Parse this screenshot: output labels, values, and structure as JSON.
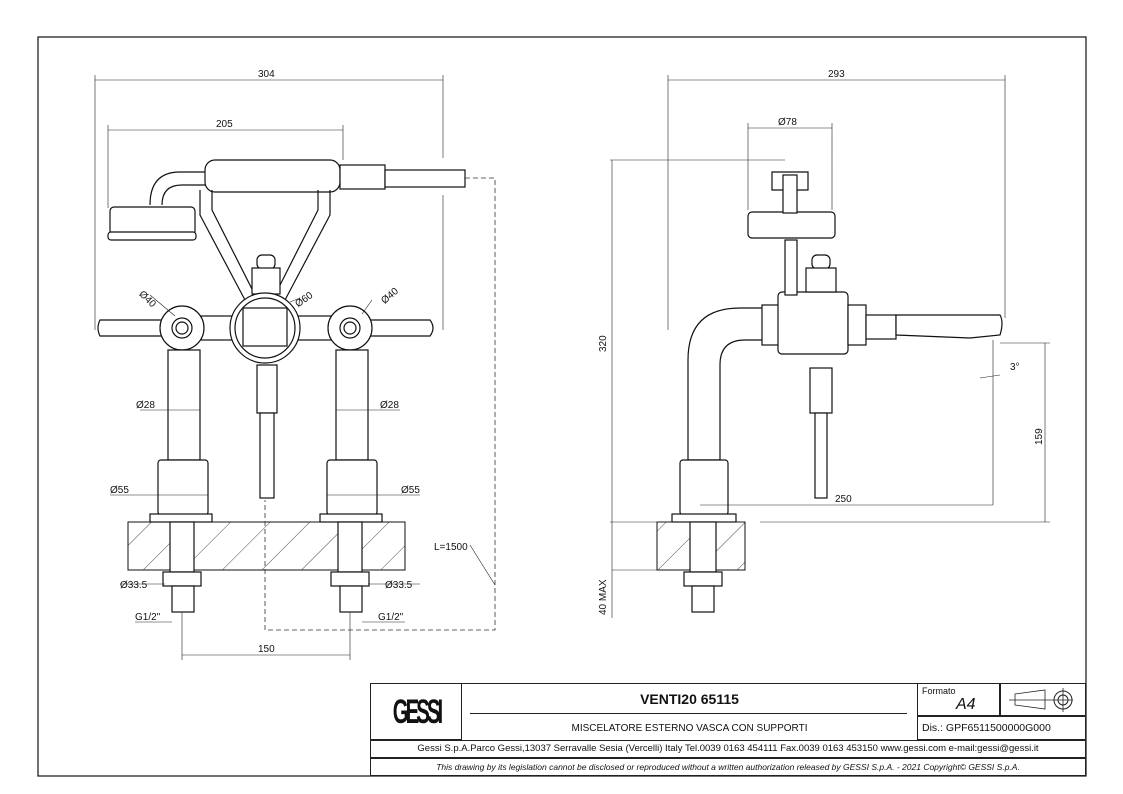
{
  "front_view": {
    "dims": {
      "overall_width": "304",
      "handle_width": "205",
      "left_handle_dia": "Ø40",
      "center_dia": "Ø60",
      "right_handle_dia": "Ø40",
      "left_pipe_dia": "Ø28",
      "right_pipe_dia": "Ø28",
      "left_base_dia": "Ø55",
      "right_base_dia": "Ø55",
      "left_shank_dia": "Ø33.5",
      "right_shank_dia": "Ø33.5",
      "left_thread": "G1/2\"",
      "right_thread": "G1/2\"",
      "centres": "150",
      "hose_length": "L=1500"
    }
  },
  "side_view": {
    "dims": {
      "overall_depth": "293",
      "shower_dia": "Ø78",
      "height": "320",
      "spout_angle": "3°",
      "spout_height": "159",
      "spout_reach": "250",
      "deck_thickness": "40 MAX"
    }
  },
  "title_block": {
    "logo": "GESSI",
    "product": "VENTI20 65115",
    "description": "MISCELATORE ESTERNO VASCA CON SUPPORTI",
    "format_label": "Formato",
    "format_value": "A4",
    "drawing_number": "Dis.: GPF6511500000G000",
    "address": "Gessi S.p.A.Parco Gessi,13037 Serravalle Sesia (Vercelli) Italy Tel.0039 0163 454111 Fax.0039 0163 453150 www.gessi.com e-mail:gessi@gessi.it",
    "disclaimer": "This drawing by its legislation cannot be disclosed or reproduced without a written authorization released by GESSI S.p.A. - 2021 Copyright© GESSI S.p.A."
  }
}
